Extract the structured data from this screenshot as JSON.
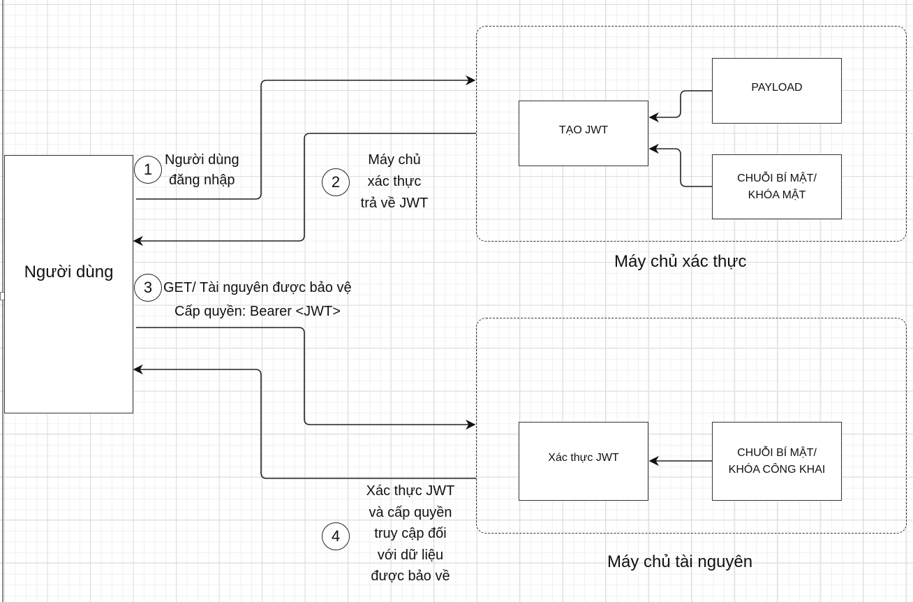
{
  "diagram": {
    "actor": {
      "label": "Người dùng"
    },
    "auth_server": {
      "title": "Máy chủ xác thực",
      "nodes": {
        "create_jwt": "TẠO JWT",
        "payload": "PAYLOAD",
        "secret": [
          "CHUỖI BÍ MẬT/",
          "KHÓA MẬT"
        ]
      }
    },
    "resource_server": {
      "title": "Máy chủ tài nguyên",
      "nodes": {
        "verify_jwt": "Xác thực JWT",
        "public_key": [
          "CHUỖI BÍ MẬT/",
          "KHÓA CÔNG KHAI"
        ]
      }
    },
    "steps": [
      {
        "number": "1",
        "lines": [
          "Người dùng",
          "đăng nhập"
        ]
      },
      {
        "number": "2",
        "lines": [
          "Máy chủ",
          "xác thực",
          "trả về JWT"
        ]
      },
      {
        "number": "3",
        "lines": [
          "GET/ Tài nguyên được bảo vệ",
          "Cấp quyền: Bearer <JWT>"
        ]
      },
      {
        "number": "4",
        "lines": [
          "Xác thực JWT",
          "và cấp quyền",
          "truy cập đối",
          "với dữ liệu",
          "được bảo về"
        ]
      }
    ]
  }
}
